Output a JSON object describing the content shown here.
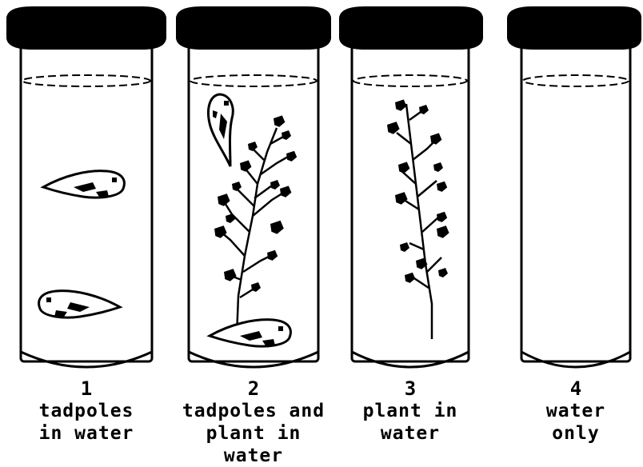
{
  "tubes": [
    {
      "number": "1",
      "lines": [
        "tadpoles",
        "in water"
      ],
      "contents": [
        "tadpole",
        "tadpole"
      ]
    },
    {
      "number": "2",
      "lines": [
        "tadpoles and",
        "plant in water"
      ],
      "contents": [
        "plant",
        "tadpole",
        "tadpole"
      ]
    },
    {
      "number": "3",
      "lines": [
        "plant in",
        "water"
      ],
      "contents": [
        "plant"
      ]
    },
    {
      "number": "4",
      "lines": [
        "water",
        "only"
      ],
      "contents": []
    }
  ],
  "colors": {
    "ink": "#000000",
    "paper": "#ffffff"
  }
}
